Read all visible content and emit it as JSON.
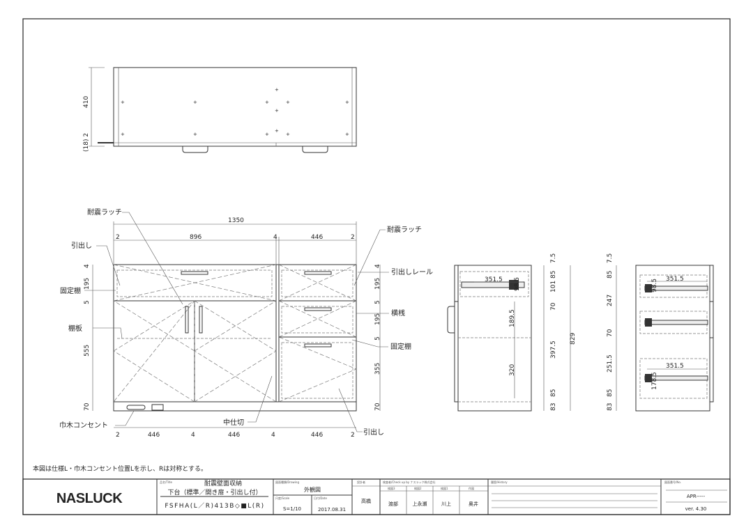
{
  "note": "本図は仕様L・巾木コンセント位置Lを示し、Rは対称とする。",
  "title_block": {
    "logo": "NASLUCK",
    "title_label": "品名/Title",
    "title_line1": "耐震壁面収納",
    "title_line2": "下台（標準／開き扉・引出し付）",
    "model": "FSFHA(L／R)413B◇■L(R)",
    "drawing_label": "図面種類/Drawing",
    "drawing_type": "外観図",
    "scale_label": "尺度/Scale",
    "scale": "S=1/10",
    "date_label": "日付/Date",
    "date": "2017.08.31",
    "designer_label": "設計者",
    "designer": "高橋",
    "check_label": "検査者/Check up by ナスラック株式会社",
    "checkers": [
      {
        "role": "検図3",
        "name": "渡部"
      },
      {
        "role": "検図2",
        "name": "上永瀬"
      },
      {
        "role": "検図1",
        "name": "川上"
      },
      {
        "role": "作図",
        "name": "奥井"
      }
    ],
    "history_label": "履歴/History",
    "number_label": "図面番号/No.",
    "number": "APR-----",
    "version": "ver. 4.30"
  },
  "plan_view": {
    "depth": "410",
    "offset": "(18) 2"
  },
  "front_view": {
    "total_width": "1350",
    "top_dims": [
      "2",
      "896",
      "4",
      "446",
      "2"
    ],
    "bottom_dims": [
      "2",
      "446",
      "4",
      "446",
      "4",
      "446",
      "2"
    ],
    "left_dims": [
      "4",
      "195",
      "5",
      "555",
      "70"
    ],
    "right_dims": [
      "4",
      "195",
      "5",
      "195",
      "5",
      "355",
      "70"
    ],
    "callouts": {
      "latch_left": "耐震ラッチ",
      "drawer_left": "引出し",
      "fixed_shelf_left": "固定棚",
      "shelf_board": "棚板",
      "plinth_outlet": "巾木コンセント",
      "partition": "中仕切",
      "drawer_right": "引出し",
      "latch_right": "耐震ラッチ",
      "drawer_rail": "引出しレール",
      "crosspiece": "横桟",
      "fixed_shelf_right": "固定棚"
    }
  },
  "side_view_door": {
    "dims": [
      "7.5",
      "85",
      "101",
      "70",
      "397.5",
      "85",
      "83"
    ],
    "total": "829",
    "rail": "351.5",
    "inner": [
      "98.5",
      "189.5",
      "320"
    ]
  },
  "side_view_drawer": {
    "dims": [
      "7.5",
      "85",
      "247",
      "70",
      "251.5",
      "85",
      "83"
    ],
    "rails": [
      "351.5",
      "351.5"
    ],
    "inner": [
      "98.5",
      "178.5"
    ]
  }
}
